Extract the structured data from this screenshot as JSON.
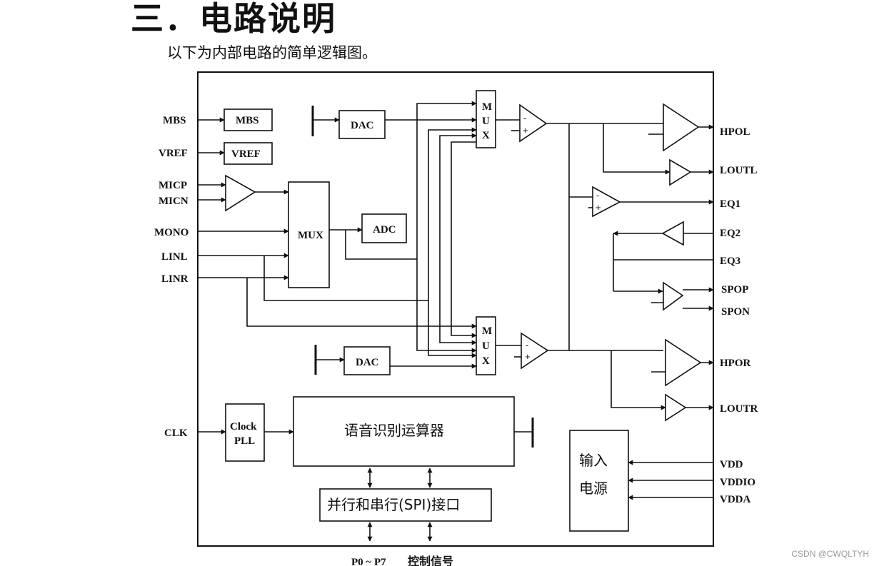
{
  "heading": {
    "title": "三．电路说明",
    "subtitle": "以下为内部电路的简单逻辑图。"
  },
  "pins_left": {
    "mbs": "MBS",
    "vref": "VREF",
    "micp": "MICP",
    "micn": "MICN",
    "mono": "MONO",
    "linl": "LINL",
    "linr": "LINR",
    "clk": "CLK"
  },
  "pins_right": {
    "hpol": "HPOL",
    "loutl": "LOUTL",
    "eq1": "EQ1",
    "eq2": "EQ2",
    "eq3": "EQ3",
    "spop": "SPOP",
    "spon": "SPON",
    "hpor": "HPOR",
    "loutr": "LOUTR",
    "vdd": "VDD",
    "vddio": "VDDIO",
    "vdda": "VDDA"
  },
  "blocks": {
    "mbs": "MBS",
    "vref": "VREF",
    "dac_top": "DAC",
    "dac_bottom": "DAC",
    "adc": "ADC",
    "mux_center": "MUX",
    "mux_top": [
      "M",
      "U",
      "X"
    ],
    "mux_bottom": [
      "M",
      "U",
      "X"
    ],
    "clock_pll": [
      "Clock",
      "PLL"
    ],
    "speech_engine": "语音识别运算器",
    "interface": "并行和串行(SPI)接口",
    "power": [
      "输入",
      "电源"
    ]
  },
  "amp_signs": {
    "minus": "-",
    "plus": "+"
  },
  "footer": {
    "ports": "P0 ~ P7",
    "control": "控制信号"
  },
  "watermark": "CSDN @CWQLTYH",
  "colors": {
    "line": "#111111",
    "background": "#ffffff"
  }
}
